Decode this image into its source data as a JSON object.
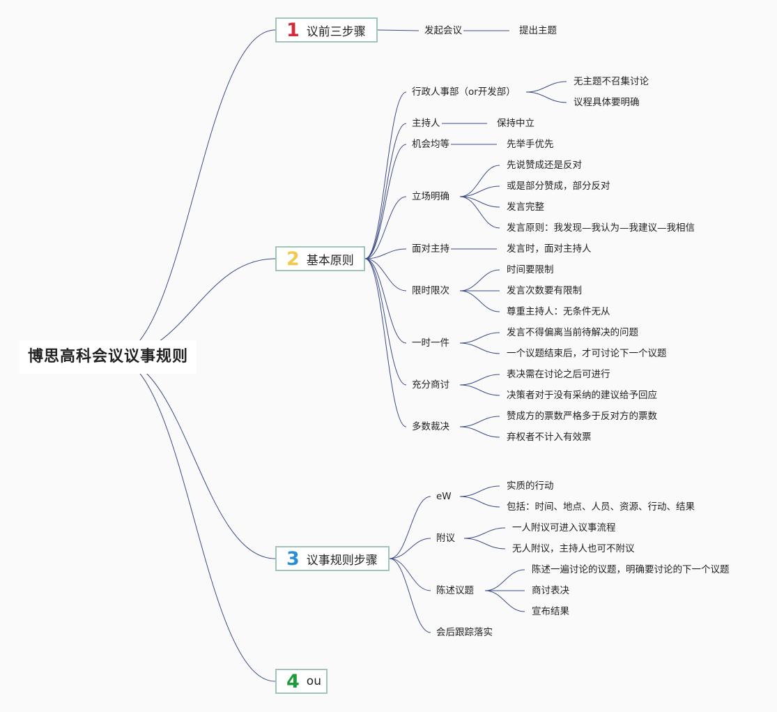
{
  "root": {
    "label": "博思高科会议议事规则"
  },
  "branches": [
    {
      "num": "1",
      "color": "#d42a3c",
      "label": "议前三步骤",
      "children": [
        {
          "label": "发起会议",
          "children": [
            {
              "label": "提出主题"
            }
          ]
        }
      ]
    },
    {
      "num": "2",
      "color": "#f2c94c",
      "label": "基本原则",
      "children": [
        {
          "label": "行政人事部（or开发部）",
          "children": [
            {
              "label": "无主题不召集讨论"
            },
            {
              "label": "议程具体要明确"
            }
          ]
        },
        {
          "label": "主持人",
          "children": [
            {
              "label": "保持中立"
            }
          ]
        },
        {
          "label": "机会均等",
          "children": [
            {
              "label": "先举手优先"
            }
          ]
        },
        {
          "label": "立场明确",
          "children": [
            {
              "label": "先说赞成还是反对"
            },
            {
              "label": "或是部分赞成，部分反对"
            },
            {
              "label": "发言完整"
            },
            {
              "label": "发言原则：我发现—我认为—我建议—我相信"
            }
          ]
        },
        {
          "label": "面对主持",
          "children": [
            {
              "label": "发言时，面对主持人"
            }
          ]
        },
        {
          "label": "限时限次",
          "children": [
            {
              "label": "时间要限制"
            },
            {
              "label": "发言次数要有限制"
            },
            {
              "label": "尊重主持人：无条件无从"
            }
          ]
        },
        {
          "label": "一时一件",
          "children": [
            {
              "label": "发言不得偏离当前待解决的问题"
            },
            {
              "label": "一个议题结束后，才可讨论下一个议题"
            }
          ]
        },
        {
          "label": "充分商讨",
          "children": [
            {
              "label": "表决需在讨论之后可进行"
            },
            {
              "label": "决策者对于没有采纳的建议给予回应"
            }
          ]
        },
        {
          "label": "多数裁决",
          "children": [
            {
              "label": "赞成方的票数严格多于反对方的票数"
            },
            {
              "label": "弃权者不计入有效票"
            }
          ]
        }
      ]
    },
    {
      "num": "3",
      "color": "#2a8fd6",
      "label": "议事规则步骤",
      "children": [
        {
          "label": "eW",
          "children": [
            {
              "label": "实质的行动"
            },
            {
              "label": "包括：时间、地点、人员、资源、行动、结果"
            }
          ]
        },
        {
          "label": "附议",
          "children": [
            {
              "label": "一人附议可进入议事流程"
            },
            {
              "label": "无人附议，主持人也可不附议"
            }
          ]
        },
        {
          "label": "陈述议题",
          "children": [
            {
              "label": "陈述一遍讨论的议题，明确要讨论的下一个议题"
            },
            {
              "label": "商讨表决"
            },
            {
              "label": "宣布结果"
            }
          ]
        },
        {
          "label": "会后跟踪落实",
          "children": []
        }
      ]
    },
    {
      "num": "4",
      "color": "#1f9a3a",
      "label": "ou",
      "children": []
    }
  ]
}
